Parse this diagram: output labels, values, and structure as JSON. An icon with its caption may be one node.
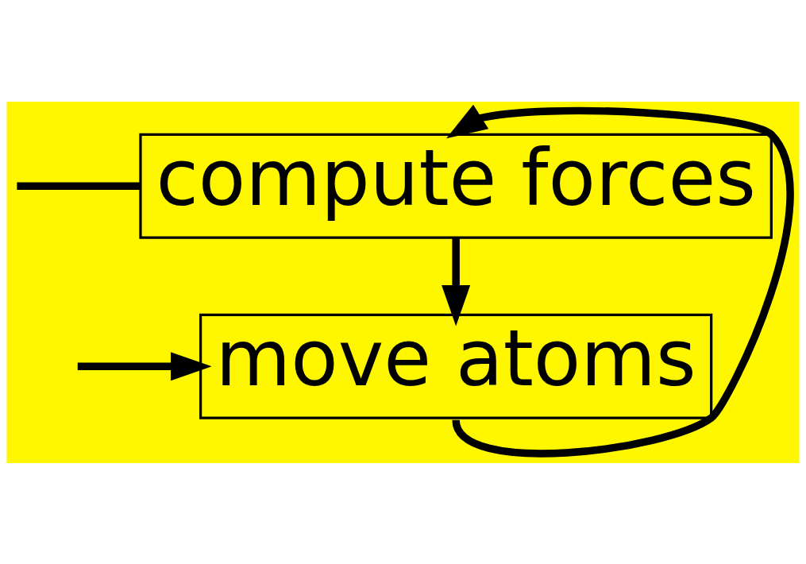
{
  "diagram": {
    "nodes": [
      {
        "text": [
          "compute forces"
        ]
      },
      {
        "text": [
          "move atoms"
        ]
      }
    ],
    "edges": [
      {
        "from": null,
        "to": 0,
        "arrow": "none"
      },
      {
        "from": 0,
        "to": 1,
        "arrow": "to"
      },
      {
        "from": null,
        "to": 1,
        "arrow": "to"
      },
      {
        "from": 1,
        "to": 0,
        "arrow": "to"
      }
    ]
  }
}
